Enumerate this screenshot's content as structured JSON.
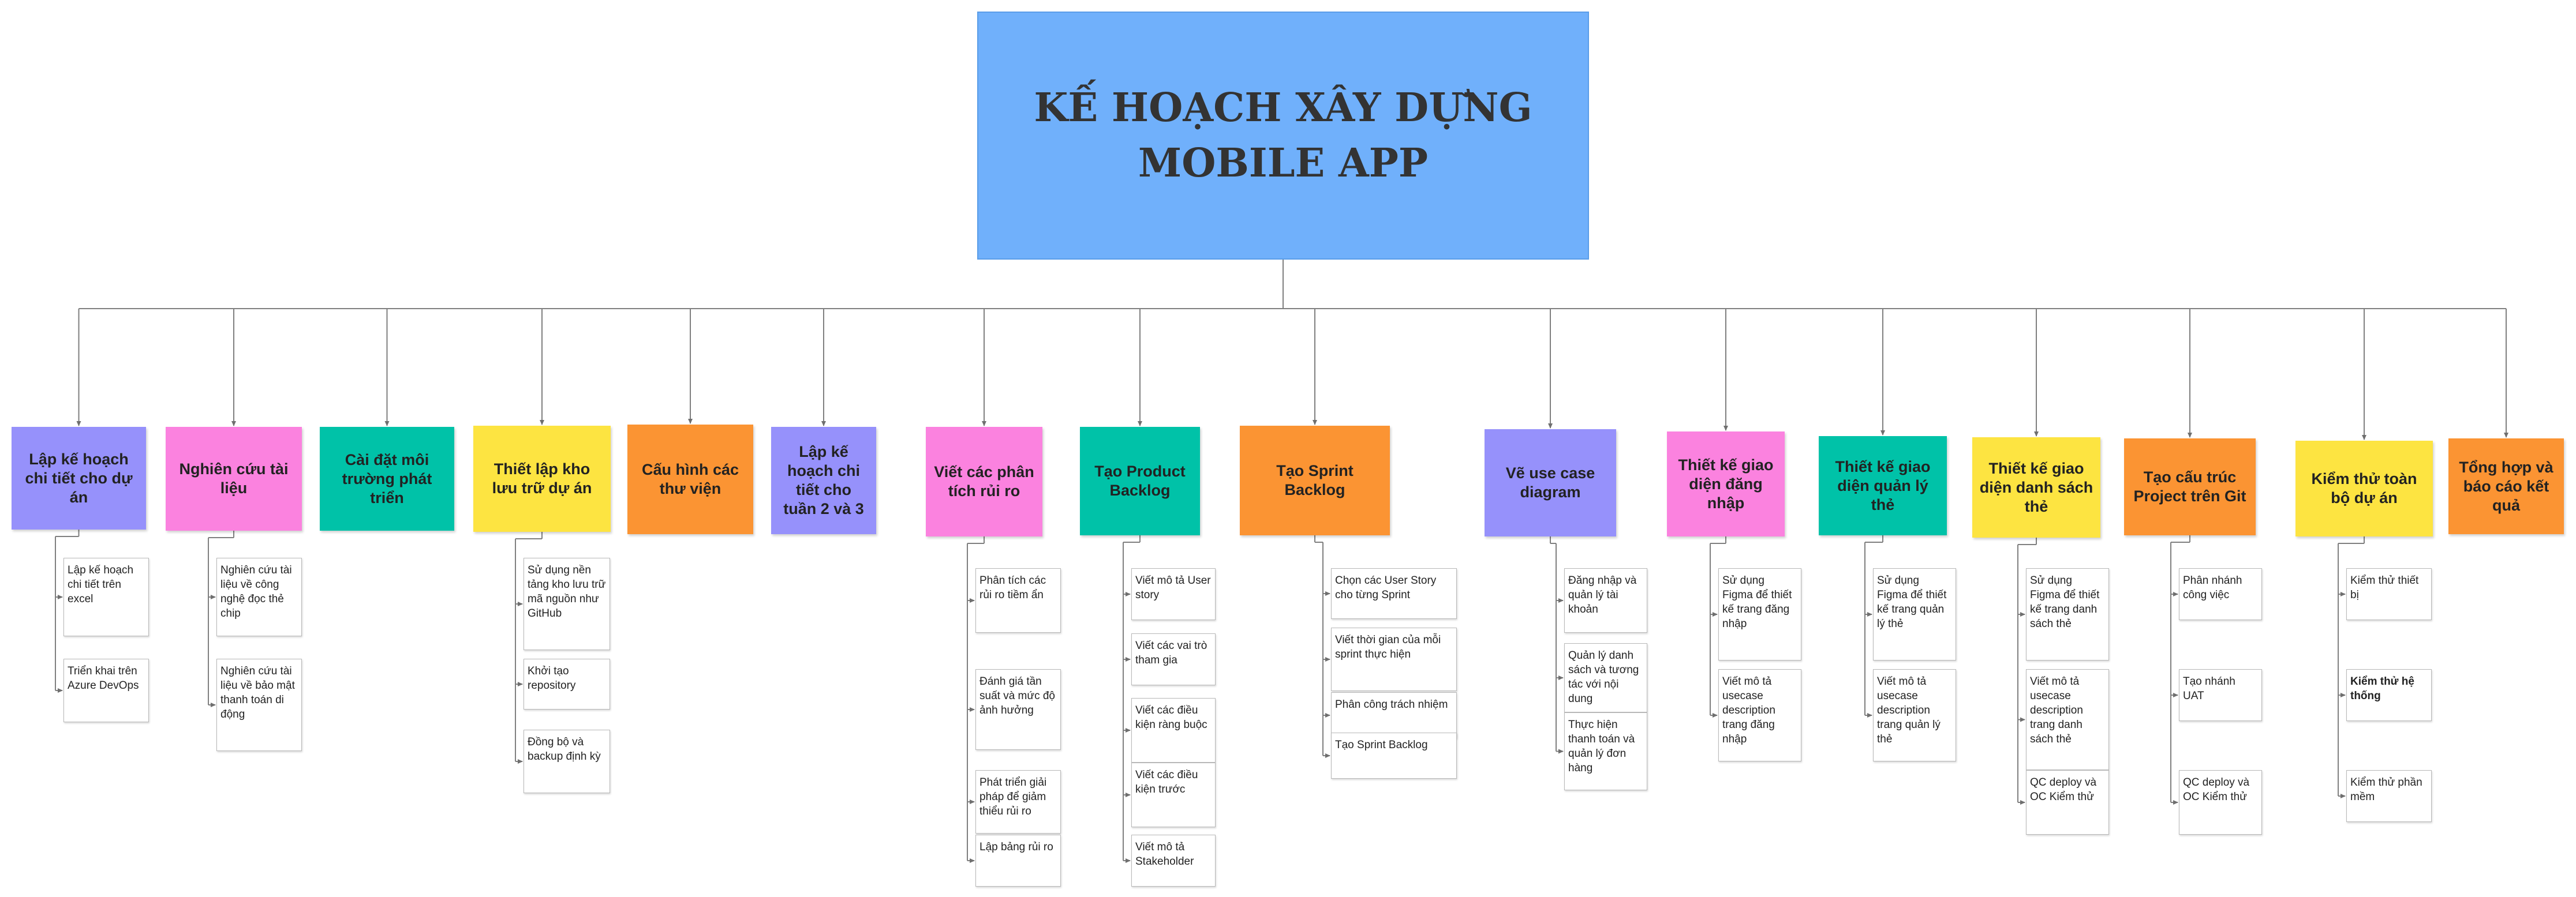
{
  "title": {
    "line1": "KẾ HOẠCH XÂY DỰNG",
    "line2": "MOBILE APP"
  },
  "colors": {
    "title_bg": "#70b0fb",
    "purple": "#9691fb",
    "pink": "#fb82df",
    "teal": "#00c2a8",
    "yellow": "#fde441",
    "orange": "#fb9433",
    "connector": "#7f7f7f"
  },
  "columns": [
    {
      "id": "c1",
      "label": "Lập kế hoạch chi tiết cho dự án",
      "color": "purple",
      "children": [
        "Lập kế hoạch chi tiết trên excel",
        "Triển khai trên Azure DevOps"
      ]
    },
    {
      "id": "c2",
      "label": "Nghiên cứu tài liệu",
      "color": "pink",
      "children": [
        "Nghiên cứu tài liệu về công nghệ đọc thẻ chip",
        "Nghiên cứu tài liệu về bảo mật thanh toán di động"
      ]
    },
    {
      "id": "c3",
      "label": "Cài đặt môi trường phát triển",
      "color": "teal",
      "children": []
    },
    {
      "id": "c4",
      "label": "Thiết lập kho lưu trữ dự án",
      "color": "yellow",
      "children": [
        "Sử dụng nền tảng kho lưu trữ mã nguồn như GitHub",
        "Khởi tạo repository",
        "Đồng bộ và backup định kỳ"
      ]
    },
    {
      "id": "c5",
      "label": "Cấu hình các thư viện",
      "color": "orange",
      "children": []
    },
    {
      "id": "c6",
      "label": "Lập kế hoạch chi tiết cho tuần 2 và 3",
      "color": "purple",
      "children": []
    },
    {
      "id": "c7",
      "label": "Viết các phân tích rủi ro",
      "color": "pink",
      "children": [
        "Phân tích các rủi ro tiềm ẩn",
        "Đánh giá tần suất và mức độ ảnh hưởng",
        "Phát triển giải pháp để giảm thiểu rủi ro",
        "Lập bảng rủi ro"
      ]
    },
    {
      "id": "c8",
      "label": "Tạo Product Backlog",
      "color": "teal",
      "children": [
        "Viết mô tả User story",
        "Viết các vai trò tham gia",
        "Viết các điều kiện ràng buộc",
        "Viết các điều kiện trước",
        "Viết mô tả Stakeholder"
      ]
    },
    {
      "id": "c9",
      "label": "Tạo Sprint Backlog",
      "color": "orange",
      "children": [
        "Chọn các User Story cho từng Sprint",
        "Viết thời gian của mỗi sprint thực hiện",
        "Phân công trách nhiệm",
        "Tạo Sprint Backlog"
      ]
    },
    {
      "id": "c10",
      "label": "Vẽ use case diagram",
      "color": "purple",
      "children": [
        "Đăng nhập và quản lý tài khoản",
        "Quản lý danh sách và tương tác với nội dung",
        "Thực hiện thanh toán và quản lý đơn hàng"
      ]
    },
    {
      "id": "c11",
      "label": "Thiết kế giao diện đăng nhập",
      "color": "pink",
      "children": [
        "Sử dụng Figma để thiết kế trang đăng nhập",
        "Viết mô tả usecase description trang đăng nhập"
      ]
    },
    {
      "id": "c12",
      "label": "Thiết kế giao diện quản lý thẻ",
      "color": "teal",
      "children": [
        "Sử dụng Figma để thiết kế trang quản lý thẻ",
        "Viết mô tả usecase description trang quản lý thẻ"
      ]
    },
    {
      "id": "c13",
      "label": "Thiết kế giao diện danh sách thẻ",
      "color": "yellow",
      "children": [
        "Sử dụng Figma để thiết kế trang danh sách thẻ",
        "Viết mô tả usecase description trang danh sách thẻ",
        "QC deploy và OC Kiểm thử"
      ]
    },
    {
      "id": "c14",
      "label": "Tạo cấu trúc Project trên Git",
      "color": "orange",
      "children": [
        "Phân nhánh công việc",
        "Tạo nhánh UAT",
        "QC deploy và OC Kiểm thử"
      ]
    },
    {
      "id": "c15",
      "label": "Kiểm thử toàn bộ dự án",
      "color": "yellow",
      "children": [
        "Kiểm thử thiết bị",
        "Kiểm thử hệ thống",
        "Kiểm thử phần mềm"
      ]
    },
    {
      "id": "c16",
      "label": "Tổng hợp và báo cáo kết quả",
      "color": "orange",
      "children": []
    }
  ]
}
